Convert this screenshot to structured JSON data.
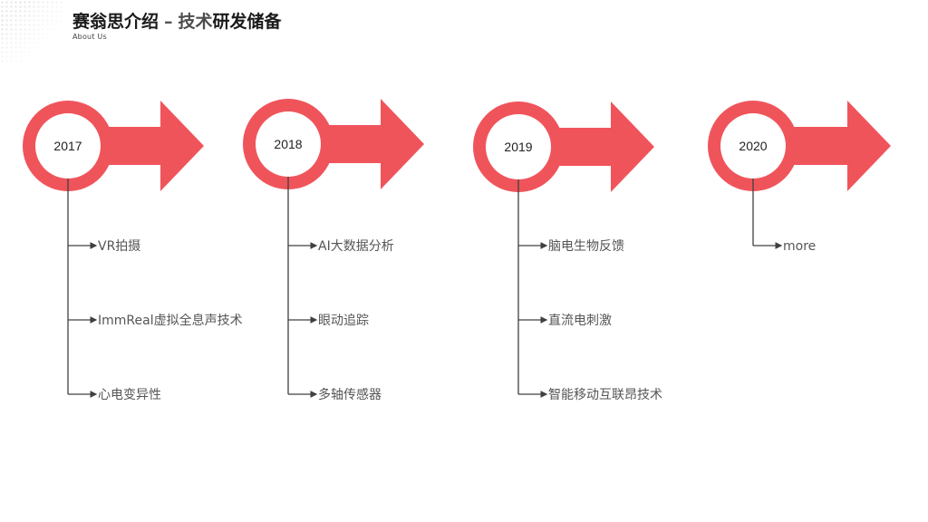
{
  "header": {
    "title_main": "赛翁思介绍",
    "title_dash": "–",
    "title_highlight": "技术",
    "title_rest": "研发储备",
    "subtitle": "About Us"
  },
  "colors": {
    "accent": "#f0545b",
    "line": "#404040",
    "text": "#555555"
  },
  "timeline": [
    {
      "year": "2017",
      "items": [
        "VR拍摄",
        "ImmReal虚拟全息声技术",
        "心电变异性"
      ]
    },
    {
      "year": "2018",
      "items": [
        "AI大数据分析",
        "眼动追踪",
        "多轴传感器"
      ]
    },
    {
      "year": "2019",
      "items": [
        "脑电生物反馈",
        "直流电刺激",
        "智能移动互联昂技术"
      ]
    },
    {
      "year": "2020",
      "items": [
        "more"
      ]
    }
  ]
}
